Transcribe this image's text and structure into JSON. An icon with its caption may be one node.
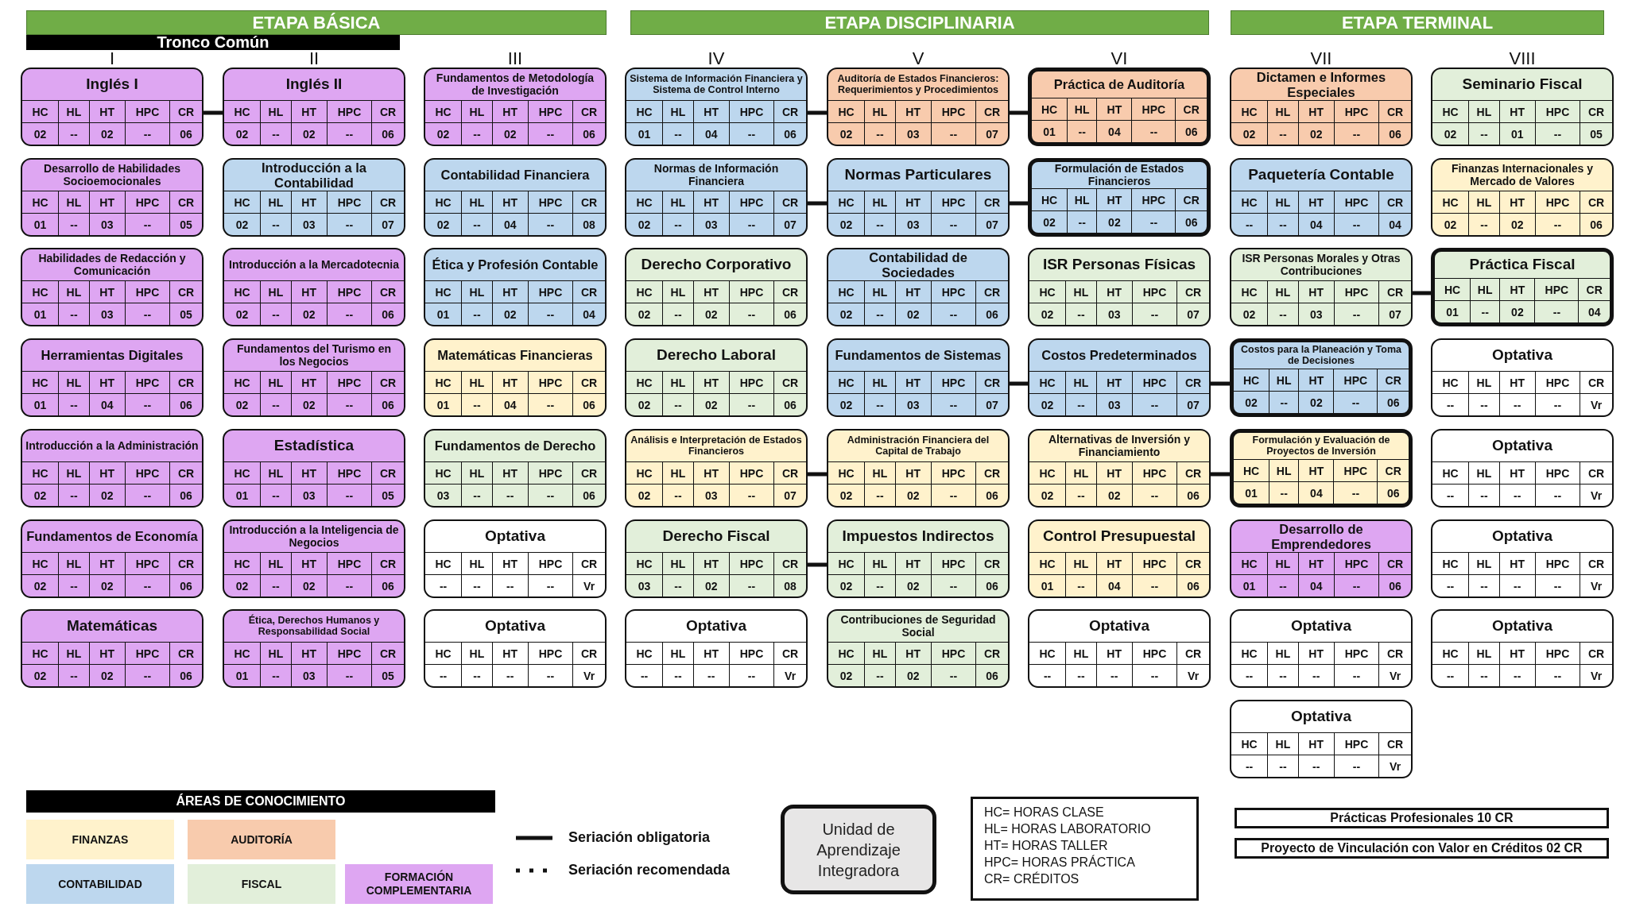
{
  "diagram": {
    "nodes": [
      {
        "text": [
          "ETAPA BÁSICA"
        ]
      },
      {
        "text": [
          "ETAPA DISCIPLINARIA"
        ]
      },
      {
        "text": [
          "ETAPA TERMINAL"
        ]
      },
      {
        "text": [
          "Tronco Común"
        ]
      },
      {
        "text": [
          "Inglés I",
          "HC",
          "HL",
          "HT",
          "HPC",
          "CR",
          "02",
          "--",
          "02",
          "--",
          "06"
        ]
      },
      {
        "text": [
          "Desarrollo de Habilidades Socioemocionales",
          "HC",
          "HL",
          "HT",
          "HPC",
          "CR",
          "01",
          "--",
          "03",
          "--",
          "05"
        ]
      },
      {
        "text": [
          "Habilidades de Redacción y Comunicación",
          "HC",
          "HL",
          "HT",
          "HPC",
          "CR",
          "01",
          "--",
          "03",
          "--",
          "05"
        ]
      },
      {
        "text": [
          "Herramientas Digitales",
          "HC",
          "HL",
          "HT",
          "HPC",
          "CR",
          "01",
          "--",
          "04",
          "--",
          "06"
        ]
      },
      {
        "text": [
          "Introducción a la Administración",
          "HC",
          "HL",
          "HT",
          "HPC",
          "CR",
          "02",
          "--",
          "02",
          "--",
          "06"
        ]
      },
      {
        "text": [
          "Fundamentos de Economía",
          "HC",
          "HL",
          "HT",
          "HPC",
          "CR",
          "02",
          "--",
          "02",
          "--",
          "06"
        ]
      },
      {
        "text": [
          "Matemáticas",
          "HC",
          "HL",
          "HT",
          "HPC",
          "CR",
          "02",
          "--",
          "02",
          "--",
          "06"
        ]
      },
      {
        "text": [
          "Inglés II",
          "HC",
          "HL",
          "HT",
          "HPC",
          "CR",
          "02",
          "--",
          "02",
          "--",
          "06"
        ]
      },
      {
        "text": [
          "Introducción a la Contabilidad",
          "HC",
          "HL",
          "HT",
          "HPC",
          "CR",
          "02",
          "--",
          "03",
          "--",
          "07"
        ]
      },
      {
        "text": [
          "Introducción a la Mercadotecnia",
          "HC",
          "HL",
          "HT",
          "HPC",
          "CR",
          "02",
          "--",
          "02",
          "--",
          "06"
        ]
      },
      {
        "text": [
          "Fundamentos del Turismo en los Negocios",
          "HC",
          "HL",
          "HT",
          "HPC",
          "CR",
          "02",
          "--",
          "02",
          "--",
          "06"
        ]
      },
      {
        "text": [
          "Estadística",
          "HC",
          "HL",
          "HT",
          "HPC",
          "CR",
          "01",
          "--",
          "03",
          "--",
          "05"
        ]
      },
      {
        "text": [
          "Introducción a la Inteligencia de Negocios",
          "HC",
          "HL",
          "HT",
          "HPC",
          "CR",
          "02",
          "--",
          "02",
          "--",
          "06"
        ]
      },
      {
        "text": [
          "Ética, Derechos Humanos y Responsabilidad Social",
          "HC",
          "HL",
          "HT",
          "HPC",
          "CR",
          "01",
          "--",
          "03",
          "--",
          "05"
        ]
      },
      {
        "text": [
          "Fundamentos de Metodología de Investigación",
          "HC",
          "HL",
          "HT",
          "HPC",
          "CR",
          "02",
          "--",
          "02",
          "--",
          "06"
        ]
      },
      {
        "text": [
          "Contabilidad Financiera",
          "HC",
          "HL",
          "HT",
          "HPC",
          "CR",
          "02",
          "--",
          "04",
          "--",
          "08"
        ]
      },
      {
        "text": [
          "Ética y Profesión Contable",
          "HC",
          "HL",
          "HT",
          "HPC",
          "CR",
          "01",
          "--",
          "02",
          "--",
          "04"
        ]
      },
      {
        "text": [
          "Matemáticas Financieras",
          "HC",
          "HL",
          "HT",
          "HPC",
          "CR",
          "01",
          "--",
          "04",
          "--",
          "06"
        ]
      },
      {
        "text": [
          "Fundamentos de Derecho",
          "HC",
          "HL",
          "HT",
          "HPC",
          "CR",
          "03",
          "--",
          "--",
          "--",
          "06"
        ]
      },
      {
        "text": [
          "Optativa",
          "HC",
          "HL",
          "HT",
          "HPC",
          "CR",
          "--",
          "--",
          "--",
          "--",
          "Vr"
        ]
      },
      {
        "text": [
          "Optativa",
          "HC",
          "HL",
          "HT",
          "HPC",
          "CR",
          "--",
          "--",
          "--",
          "--",
          "Vr"
        ]
      },
      {
        "text": [
          "Sistema de Información Financiera y Sistema de Control Interno",
          "HC",
          "HL",
          "HT",
          "HPC",
          "CR",
          "01",
          "--",
          "04",
          "--",
          "06"
        ]
      },
      {
        "text": [
          "Normas de Información Financiera",
          "HC",
          "HL",
          "HT",
          "HPC",
          "CR",
          "02",
          "--",
          "03",
          "--",
          "07"
        ]
      },
      {
        "text": [
          "Derecho Corporativo",
          "HC",
          "HL",
          "HT",
          "HPC",
          "CR",
          "02",
          "--",
          "02",
          "--",
          "06"
        ]
      },
      {
        "text": [
          "Derecho Laboral",
          "HC",
          "HL",
          "HT",
          "HPC",
          "CR",
          "02",
          "--",
          "02",
          "--",
          "06"
        ]
      },
      {
        "text": [
          "Análisis e Interpretación de Estados Financieros",
          "HC",
          "HL",
          "HT",
          "HPC",
          "CR",
          "02",
          "--",
          "03",
          "--",
          "07"
        ]
      },
      {
        "text": [
          "Derecho Fiscal",
          "HC",
          "HL",
          "HT",
          "HPC",
          "CR",
          "03",
          "--",
          "02",
          "--",
          "08"
        ]
      },
      {
        "text": [
          "Optativa",
          "HC",
          "HL",
          "HT",
          "HPC",
          "CR",
          "--",
          "--",
          "--",
          "--",
          "Vr"
        ]
      },
      {
        "text": [
          "Auditoría de Estados Financieros: Requerimientos y Procedimientos",
          "HC",
          "HL",
          "HT",
          "HPC",
          "CR",
          "02",
          "--",
          "03",
          "--",
          "07"
        ]
      },
      {
        "text": [
          "Normas Particulares",
          "HC",
          "HL",
          "HT",
          "HPC",
          "CR",
          "02",
          "--",
          "03",
          "--",
          "07"
        ]
      },
      {
        "text": [
          "Contabilidad de Sociedades",
          "HC",
          "HL",
          "HT",
          "HPC",
          "CR",
          "02",
          "--",
          "02",
          "--",
          "06"
        ]
      },
      {
        "text": [
          "Fundamentos de Sistemas",
          "HC",
          "HL",
          "HT",
          "HPC",
          "CR",
          "02",
          "--",
          "03",
          "--",
          "07"
        ]
      },
      {
        "text": [
          "Administración Financiera del Capital de Trabajo",
          "HC",
          "HL",
          "HT",
          "HPC",
          "CR",
          "02",
          "--",
          "02",
          "--",
          "06"
        ]
      },
      {
        "text": [
          "Impuestos Indirectos",
          "HC",
          "HL",
          "HT",
          "HPC",
          "CR",
          "02",
          "--",
          "02",
          "--",
          "06"
        ]
      },
      {
        "text": [
          "Contribuciones de Seguridad Social",
          "HC",
          "HL",
          "HT",
          "HPC",
          "CR",
          "02",
          "--",
          "02",
          "--",
          "06"
        ]
      },
      {
        "text": [
          "Práctica de Auditoría",
          "HC",
          "HL",
          "HT",
          "HPC",
          "CR",
          "01",
          "--",
          "04",
          "--",
          "06"
        ]
      },
      {
        "text": [
          "Formulación de Estados Financieros",
          "HC",
          "HL",
          "HT",
          "HPC",
          "CR",
          "02",
          "--",
          "02",
          "--",
          "06"
        ]
      },
      {
        "text": [
          "ISR Personas Físicas",
          "HC",
          "HL",
          "HT",
          "HPC",
          "CR",
          "02",
          "--",
          "03",
          "--",
          "07"
        ]
      },
      {
        "text": [
          "Costos Predeterminados",
          "HC",
          "HL",
          "HT",
          "HPC",
          "CR",
          "02",
          "--",
          "03",
          "--",
          "07"
        ]
      },
      {
        "text": [
          "Alternativas de Inversión y Financiamiento",
          "HC",
          "HL",
          "HT",
          "HPC",
          "CR",
          "02",
          "--",
          "02",
          "--",
          "06"
        ]
      },
      {
        "text": [
          "Control Presupuestal",
          "HC",
          "HL",
          "HT",
          "HPC",
          "CR",
          "01",
          "--",
          "04",
          "--",
          "06"
        ]
      },
      {
        "text": [
          "Optativa",
          "HC",
          "HL",
          "HT",
          "HPC",
          "CR",
          "--",
          "--",
          "--",
          "--",
          "Vr"
        ]
      },
      {
        "text": [
          "Dictamen e Informes Especiales",
          "HC",
          "HL",
          "HT",
          "HPC",
          "CR",
          "02",
          "--",
          "02",
          "--",
          "06"
        ]
      },
      {
        "text": [
          "Paquetería Contable",
          "HC",
          "HL",
          "HT",
          "HPC",
          "CR",
          "--",
          "--",
          "04",
          "--",
          "04"
        ]
      },
      {
        "text": [
          "ISR Personas Morales y Otras Contribuciones",
          "HC",
          "HL",
          "HT",
          "HPC",
          "CR",
          "02",
          "--",
          "03",
          "--",
          "07"
        ]
      },
      {
        "text": [
          "Costos para la Planeación y Toma de Decisiones",
          "HC",
          "HL",
          "HT",
          "HPC",
          "CR",
          "02",
          "--",
          "02",
          "--",
          "06"
        ]
      },
      {
        "text": [
          "Formulación y Evaluación de Proyectos de Inversión",
          "HC",
          "HL",
          "HT",
          "HPC",
          "CR",
          "01",
          "--",
          "04",
          "--",
          "06"
        ]
      },
      {
        "text": [
          "Desarrollo de Emprendedores",
          "HC",
          "HL",
          "HT",
          "HPC",
          "CR",
          "01",
          "--",
          "04",
          "--",
          "06"
        ]
      },
      {
        "text": [
          "Optativa",
          "HC",
          "HL",
          "HT",
          "HPC",
          "CR",
          "--",
          "--",
          "--",
          "--",
          "Vr"
        ]
      },
      {
        "text": [
          "Optativa",
          "HC",
          "HL",
          "HT",
          "HPC",
          "CR",
          "--",
          "--",
          "--",
          "--",
          "Vr"
        ]
      },
      {
        "text": [
          "Seminario Fiscal",
          "HC",
          "HL",
          "HT",
          "HPC",
          "CR",
          "02",
          "--",
          "01",
          "--",
          "05"
        ]
      },
      {
        "text": [
          "Finanzas Internacionales y Mercado de Valores",
          "HC",
          "HL",
          "HT",
          "HPC",
          "CR",
          "02",
          "--",
          "02",
          "--",
          "06"
        ]
      },
      {
        "text": [
          "Práctica Fiscal",
          "HC",
          "HL",
          "HT",
          "HPC",
          "CR",
          "01",
          "--",
          "02",
          "--",
          "04"
        ]
      },
      {
        "text": [
          "Optativa",
          "HC",
          "HL",
          "HT",
          "HPC",
          "CR",
          "--",
          "--",
          "--",
          "--",
          "Vr"
        ]
      },
      {
        "text": [
          "Optativa",
          "HC",
          "HL",
          "HT",
          "HPC",
          "CR",
          "--",
          "--",
          "--",
          "--",
          "Vr"
        ]
      },
      {
        "text": [
          "Optativa",
          "HC",
          "HL",
          "HT",
          "HPC",
          "CR",
          "--",
          "--",
          "--",
          "--",
          "Vr"
        ]
      },
      {
        "text": [
          "Optativa",
          "HC",
          "HL",
          "HT",
          "HPC",
          "CR",
          "--",
          "--",
          "--",
          "--",
          "Vr"
        ]
      },
      {
        "text": [
          "Prácticas Profesionales 10 CR"
        ]
      },
      {
        "text": [
          "Proyecto de Vinculación con Valor en Créditos 02 CR"
        ]
      }
    ],
    "edges": [
      {
        "from": 4,
        "to": 11,
        "arrow": "none"
      },
      {
        "from": 25,
        "to": 32,
        "arrow": "none"
      },
      {
        "from": 32,
        "to": 39,
        "arrow": "none"
      },
      {
        "from": 26,
        "to": 33,
        "arrow": "none"
      },
      {
        "from": 33,
        "to": 40,
        "arrow": "none"
      },
      {
        "from": 35,
        "to": 42,
        "arrow": "none"
      },
      {
        "from": 42,
        "to": 49,
        "arrow": "none"
      },
      {
        "from": 29,
        "to": 36,
        "arrow": "none"
      },
      {
        "from": 43,
        "to": 50,
        "arrow": "none"
      },
      {
        "from": 30,
        "to": 37,
        "arrow": "none"
      },
      {
        "from": 48,
        "to": 56,
        "arrow": "none"
      }
    ],
    "labels": [
      "I",
      "II",
      "III",
      "IV",
      "V",
      "VI",
      "VII",
      "VIII",
      "ÁREAS DE CONOCIMIENTO",
      "HC= HORAS CLASE",
      "HL= HORAS LABORATORIO",
      "HT= HORAS TALLER",
      "HPC= HORAS PRÁCTICA",
      "CR= CRÉDITOS"
    ],
    "legend": [
      {
        "text": "FINANZAS",
        "color": "#fff2cc"
      },
      {
        "text": "AUDITORÍA",
        "color": "#f8cbad"
      },
      {
        "text": "CONTABILIDAD",
        "color": "#bdd7ee"
      },
      {
        "text": "FISCAL",
        "color": "#e2efda"
      },
      {
        "text": "FORMACIÓN COMPLEMENTARIA",
        "color": "#dea6f2"
      },
      {
        "text": "Seriación obligatoria"
      },
      {
        "text": "Seriación recomendada"
      },
      {
        "text": "Unidad de Aprendizaje Integradora"
      }
    ]
  }
}
